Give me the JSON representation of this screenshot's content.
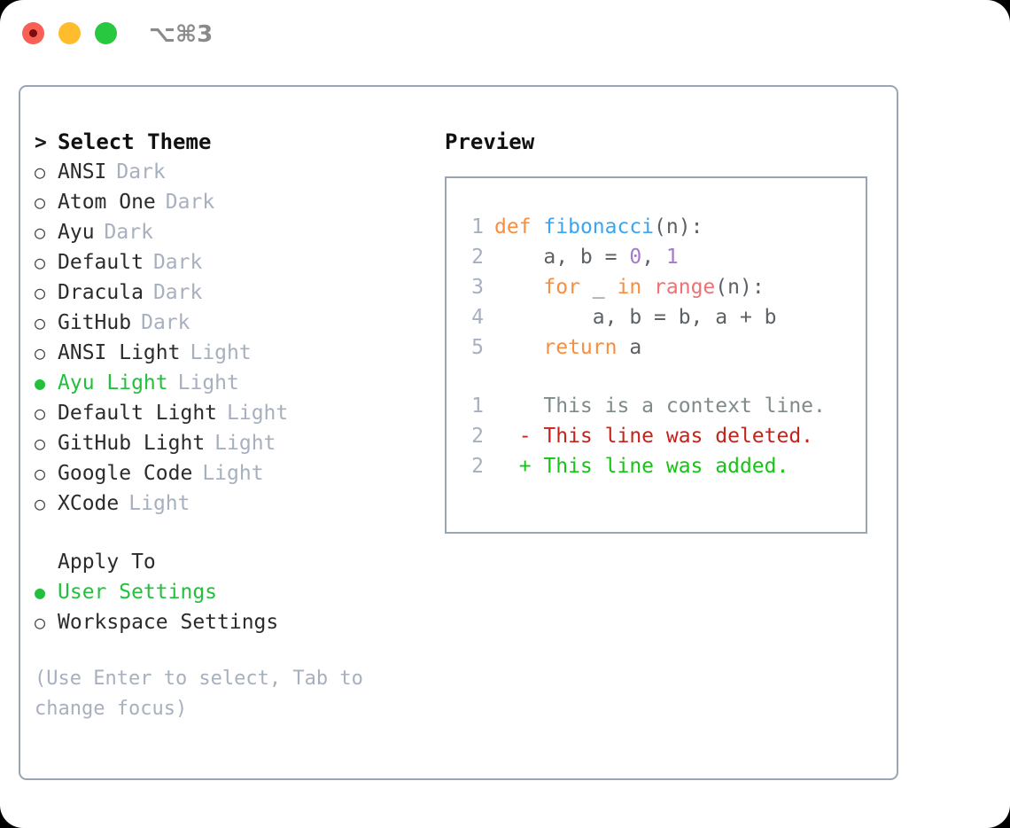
{
  "titlebar": {
    "lights": [
      {
        "name": "close",
        "color": "#fa5f55"
      },
      {
        "name": "minimize",
        "color": "#ffbd2e"
      },
      {
        "name": "maximize",
        "color": "#28c840"
      }
    ],
    "shortcut": "⌥⌘3"
  },
  "theme_picker": {
    "header": "Select Theme",
    "header_marker": ">",
    "items": [
      {
        "marker": "○",
        "name": "ANSI",
        "kind": "Dark",
        "selected": false
      },
      {
        "marker": "○",
        "name": "Atom One",
        "kind": "Dark",
        "selected": false
      },
      {
        "marker": "○",
        "name": "Ayu",
        "kind": "Dark",
        "selected": false
      },
      {
        "marker": "○",
        "name": "Default",
        "kind": "Dark",
        "selected": false
      },
      {
        "marker": "○",
        "name": "Dracula",
        "kind": "Dark",
        "selected": false
      },
      {
        "marker": "○",
        "name": "GitHub",
        "kind": "Dark",
        "selected": false
      },
      {
        "marker": "○",
        "name": "ANSI Light",
        "kind": "Light",
        "selected": false
      },
      {
        "marker": "●",
        "name": "Ayu Light",
        "kind": "Light",
        "selected": true
      },
      {
        "marker": "○",
        "name": "Default Light",
        "kind": "Light",
        "selected": false
      },
      {
        "marker": "○",
        "name": "GitHub Light",
        "kind": "Light",
        "selected": false
      },
      {
        "marker": "○",
        "name": "Google Code",
        "kind": "Light",
        "selected": false
      },
      {
        "marker": "○",
        "name": "XCode",
        "kind": "Light",
        "selected": false
      }
    ]
  },
  "apply_to": {
    "header": "Apply To",
    "items": [
      {
        "marker": "●",
        "label": "User Settings",
        "selected": true
      },
      {
        "marker": "○",
        "label": "Workspace Settings",
        "selected": false
      }
    ]
  },
  "hint": "(Use Enter to select, Tab to change focus)",
  "preview": {
    "title": "Preview",
    "code_lines": [
      {
        "num": "1",
        "tokens": [
          {
            "t": "def",
            "c": "tok-kw"
          },
          {
            "t": " ",
            "c": "tok-plain"
          },
          {
            "t": "fibonacci",
            "c": "tok-fn"
          },
          {
            "t": "(n):",
            "c": "tok-plain"
          }
        ]
      },
      {
        "num": "2",
        "tokens": [
          {
            "t": "    a, b = ",
            "c": "tok-plain"
          },
          {
            "t": "0",
            "c": "tok-num"
          },
          {
            "t": ", ",
            "c": "tok-plain"
          },
          {
            "t": "1",
            "c": "tok-num"
          }
        ]
      },
      {
        "num": "3",
        "tokens": [
          {
            "t": "    ",
            "c": "tok-plain"
          },
          {
            "t": "for",
            "c": "tok-kw"
          },
          {
            "t": " _ ",
            "c": "tok-plain"
          },
          {
            "t": "in",
            "c": "tok-kw"
          },
          {
            "t": " ",
            "c": "tok-plain"
          },
          {
            "t": "range",
            "c": "tok-bi"
          },
          {
            "t": "(n):",
            "c": "tok-plain"
          }
        ]
      },
      {
        "num": "4",
        "tokens": [
          {
            "t": "        a, b = b, a + b",
            "c": "tok-plain"
          }
        ]
      },
      {
        "num": "5",
        "tokens": [
          {
            "t": "    ",
            "c": "tok-plain"
          },
          {
            "t": "return",
            "c": "tok-kw"
          },
          {
            "t": " a",
            "c": "tok-plain"
          }
        ]
      }
    ],
    "diff_lines": [
      {
        "num": "1",
        "prefix": "  ",
        "text": "This is a context line.",
        "kind": "diff-ctx"
      },
      {
        "num": "2",
        "prefix": "- ",
        "text": "This line was deleted.",
        "kind": "diff-del"
      },
      {
        "num": "2",
        "prefix": "+ ",
        "text": "This line was added.",
        "kind": "diff-add"
      }
    ]
  },
  "colors": {
    "accent_green": "#22c03c",
    "muted": "#a7b0bf",
    "border": "#9aa5b4",
    "keyword": "#fa8d3e",
    "function": "#3aa5f5",
    "number": "#a37acc",
    "builtin": "#f07171",
    "diff_add": "#16c416",
    "diff_del": "#c4231b"
  }
}
